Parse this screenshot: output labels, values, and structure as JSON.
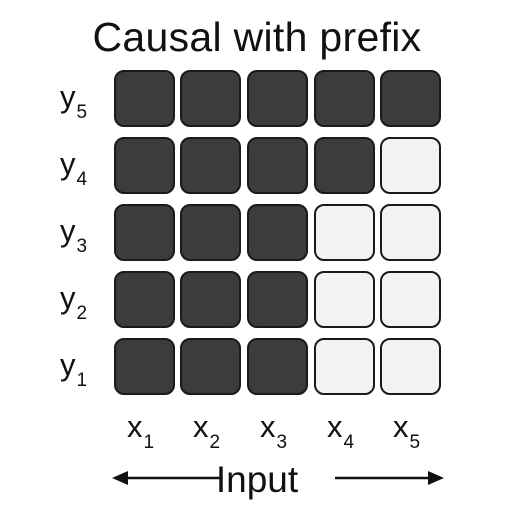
{
  "title": "Causal with prefix",
  "axis_label": "Input",
  "columns": [
    {
      "base": "x",
      "sub": "1"
    },
    {
      "base": "x",
      "sub": "2"
    },
    {
      "base": "x",
      "sub": "3"
    },
    {
      "base": "x",
      "sub": "4"
    },
    {
      "base": "x",
      "sub": "5"
    }
  ],
  "rows": [
    {
      "base": "y",
      "sub": "5",
      "cells": [
        1,
        1,
        1,
        1,
        1
      ]
    },
    {
      "base": "y",
      "sub": "4",
      "cells": [
        1,
        1,
        1,
        1,
        0
      ]
    },
    {
      "base": "y",
      "sub": "3",
      "cells": [
        1,
        1,
        1,
        0,
        0
      ]
    },
    {
      "base": "y",
      "sub": "2",
      "cells": [
        1,
        1,
        1,
        0,
        0
      ]
    },
    {
      "base": "y",
      "sub": "1",
      "cells": [
        1,
        1,
        1,
        0,
        0
      ]
    }
  ],
  "colors": {
    "filled": "#3c3c3c",
    "empty": "#f2f2f2",
    "border": "#1a1a1a"
  }
}
